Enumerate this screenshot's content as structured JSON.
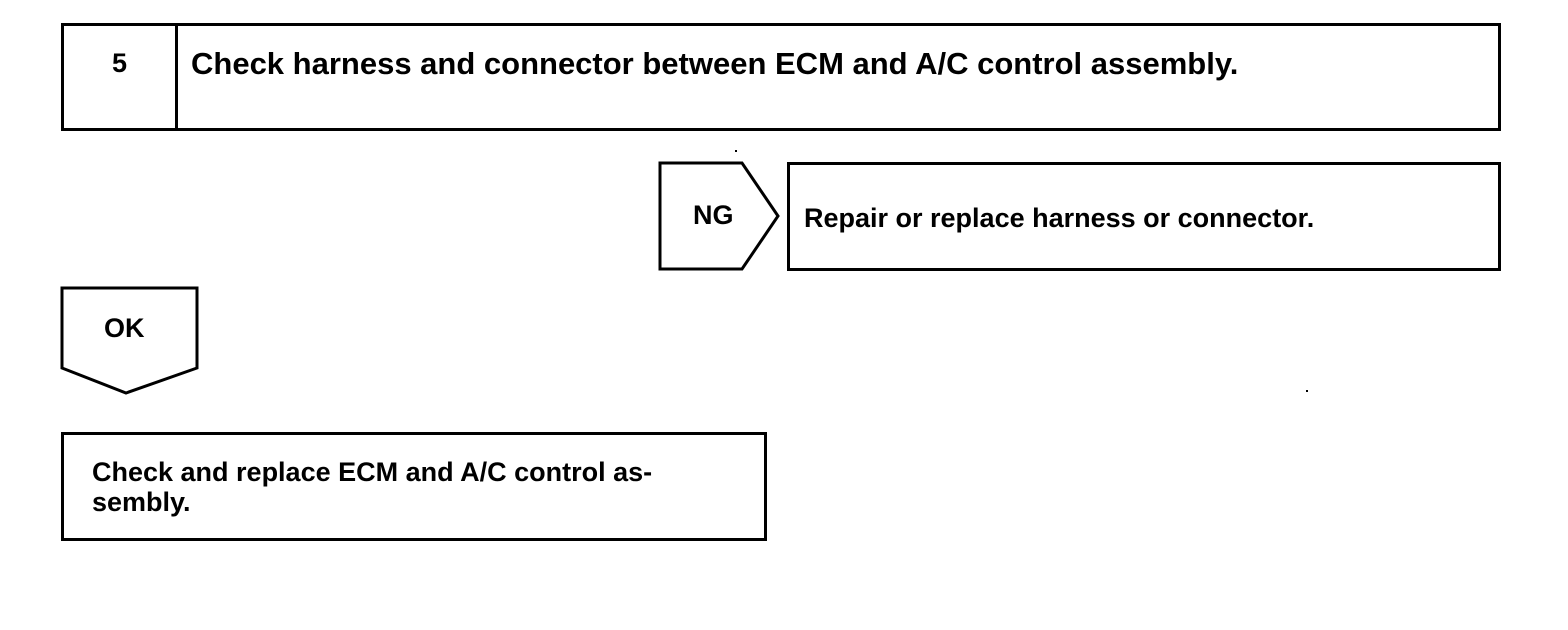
{
  "step": {
    "number": "5",
    "title": "Check harness and connector between ECM and A/C control assembly."
  },
  "ng_branch": {
    "label": "NG",
    "action": "Repair or replace harness or connector."
  },
  "ok_branch": {
    "label": "OK",
    "action": "Check and replace ECM and A/C control as-\nsembly."
  }
}
